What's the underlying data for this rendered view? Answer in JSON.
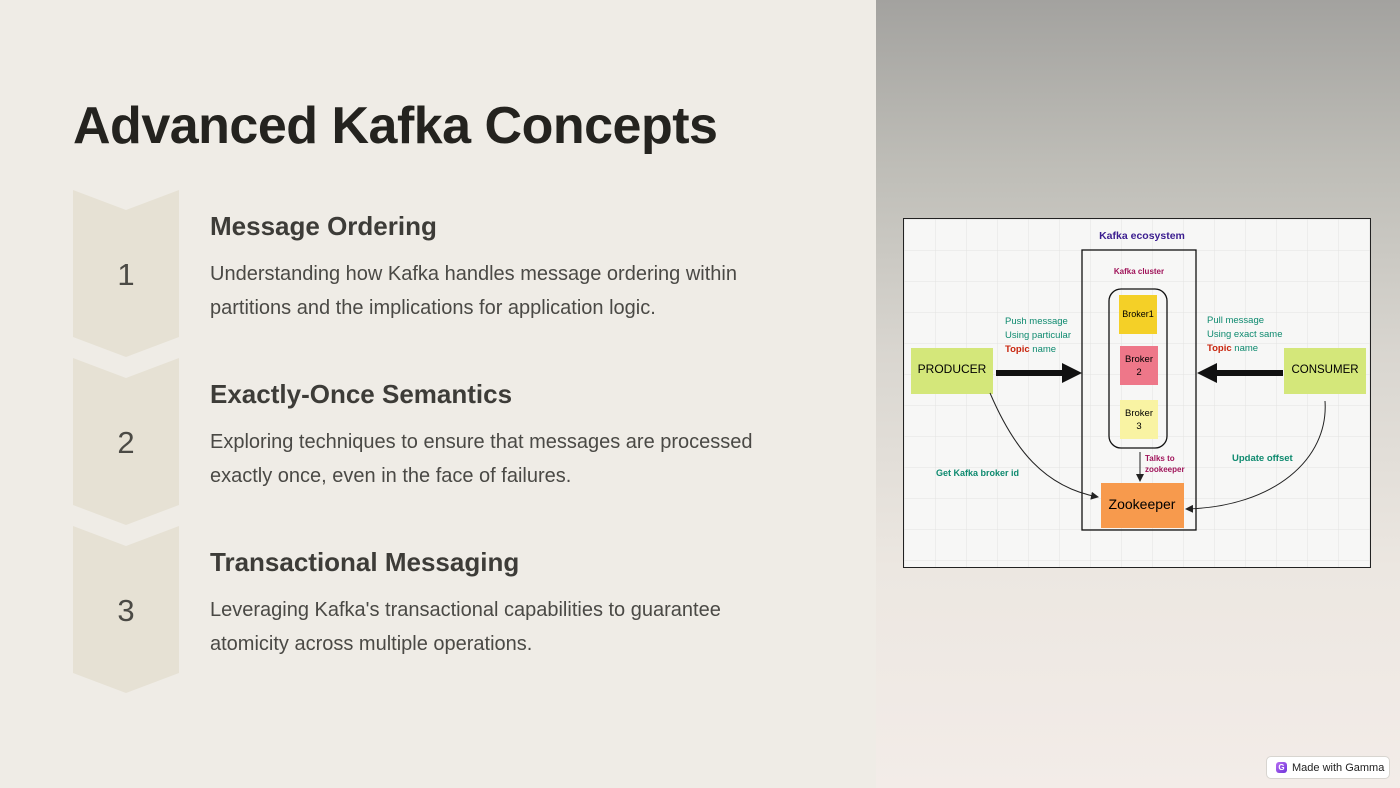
{
  "title": "Advanced Kafka Concepts",
  "steps": [
    {
      "number": "1",
      "title": "Message Ordering",
      "description": "Understanding how Kafka handles message ordering within partitions and the implications for application logic."
    },
    {
      "number": "2",
      "title": "Exactly-Once Semantics",
      "description": "Exploring techniques to ensure that messages are processed exactly once, even in the face of failures."
    },
    {
      "number": "3",
      "title": "Transactional Messaging",
      "description": "Leveraging Kafka's transactional capabilities to guarantee atomicity across multiple operations."
    }
  ],
  "diagram": {
    "ecosystem_label": "Kafka ecosystem",
    "cluster_label": "Kafka cluster",
    "broker1": "Broker1",
    "broker2_line1": "Broker",
    "broker2_line2": "2",
    "broker3_line1": "Broker",
    "broker3_line2": "3",
    "producer": "PRODUCER",
    "consumer": "CONSUMER",
    "zookeeper": "Zookeeper",
    "push_line1": "Push message",
    "push_line2": "Using particular",
    "push_topic": "Topic",
    "push_name": " name",
    "pull_line1": "Pull message",
    "pull_line2": "Using exact same",
    "pull_topic": "Topic",
    "pull_name": " name",
    "talks_line1": "Talks to",
    "talks_line2": "zookeeper",
    "get_broker": "Get Kafka broker id",
    "update_offset": "Update offset",
    "colors": {
      "teal_text": "#0e8a6f",
      "topic_red": "#c8250d",
      "purple_text": "#3b1d8f",
      "magenta_text": "#a0145a",
      "broker1": "#f4d027",
      "broker2": "#ee7789",
      "broker3": "#f9f3a3",
      "producer_consumer": "#d4e77a",
      "zookeeper": "#f79a4d"
    }
  },
  "badge": {
    "icon": "gamma-logo-icon",
    "label": "Made with Gamma"
  }
}
